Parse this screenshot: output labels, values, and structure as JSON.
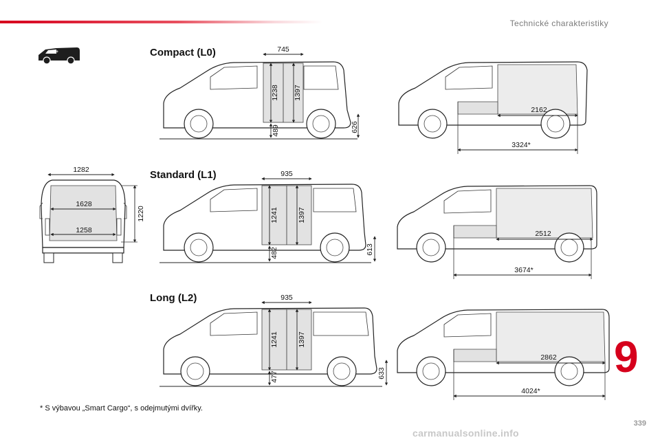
{
  "header": {
    "title": "Technické charakteristiky"
  },
  "chapter_number": "9",
  "page_number": "339",
  "watermark": "carmanualsonline.info",
  "footnote": "* S výbavou „Smart Cargo“, s odejmutými dvířky.",
  "icons": {
    "van": "van-silhouette-icon"
  },
  "colors": {
    "accent": "#d6001c",
    "cargo_fill": "#e2e2e2"
  },
  "rear_view": {
    "top_width": "1282",
    "wheelarch_width": "1628",
    "floor_width": "1258",
    "door_height": "1220"
  },
  "variants": [
    {
      "title": "Compact (L0)",
      "door_width": "745",
      "floor_gap": "1238",
      "door_height": "1397",
      "sill": "489",
      "load_height": "626",
      "floor_length": "2162",
      "total_length": "3324*"
    },
    {
      "title": "Standard (L1)",
      "door_width": "935",
      "floor_gap": "1241",
      "door_height": "1397",
      "sill": "482",
      "load_height": "613",
      "floor_length": "2512",
      "total_length": "3674*"
    },
    {
      "title": "Long (L2)",
      "door_width": "935",
      "floor_gap": "1241",
      "door_height": "1397",
      "sill": "477",
      "load_height": "633",
      "floor_length": "2862",
      "total_length": "4024*"
    }
  ]
}
